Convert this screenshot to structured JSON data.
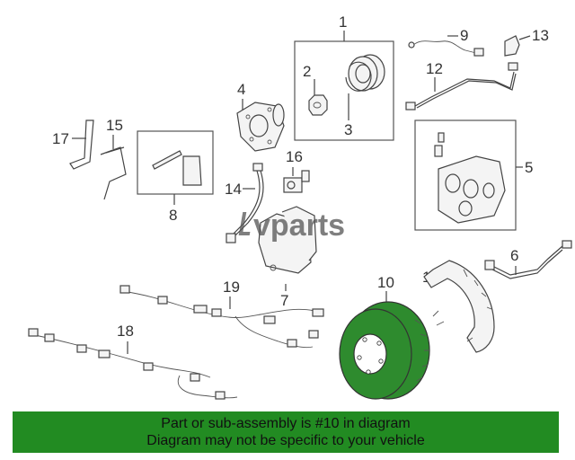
{
  "callouts": {
    "c1": "1",
    "c2": "2",
    "c3": "3",
    "c4": "4",
    "c5": "5",
    "c6": "6",
    "c7": "7",
    "c8": "8",
    "c9": "9",
    "c10": "10",
    "c11": "11",
    "c12": "12",
    "c13": "13",
    "c14": "14",
    "c15": "15",
    "c16": "16",
    "c17": "17",
    "c18": "18",
    "c19": "19"
  },
  "watermark": "vparts",
  "banner": {
    "line1": "Part or sub-assembly is #10 in diagram",
    "line2": "Diagram may not be specific to your vehicle",
    "color": "#228b22"
  },
  "highlight_color": "#2e8b2e"
}
